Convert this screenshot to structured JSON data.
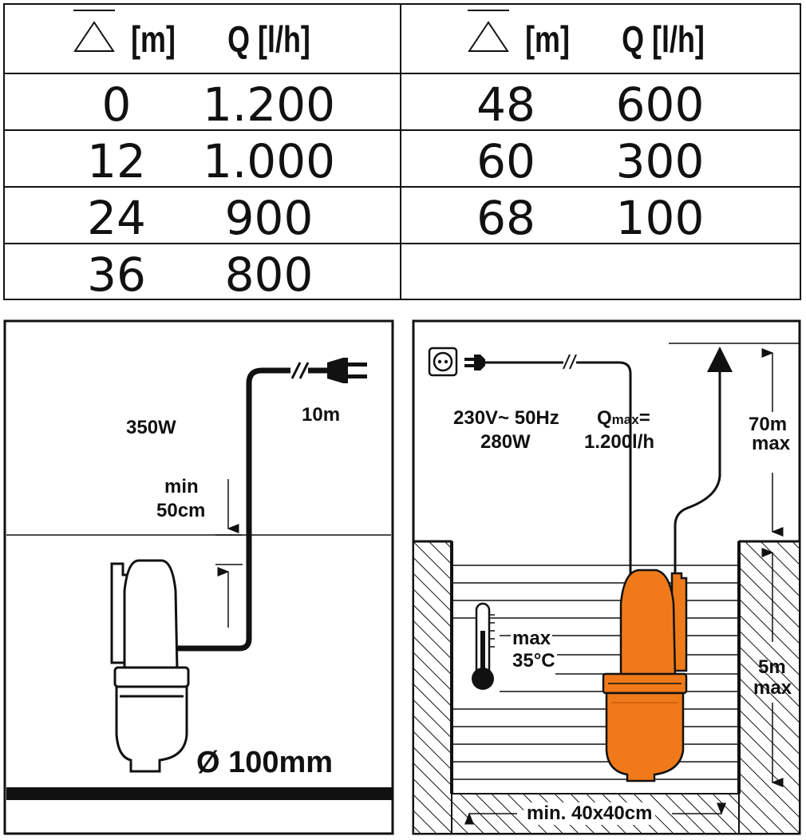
{
  "table": {
    "header_left": {
      "head_unit": "[m]",
      "flow_label": "Q [l/h]"
    },
    "header_right": {
      "head_unit": "[m]",
      "flow_label": "Q [l/h]"
    },
    "left_rows": [
      {
        "head": "0",
        "flow": "1.200"
      },
      {
        "head": "12",
        "flow": "1.000"
      },
      {
        "head": "24",
        "flow": "900"
      },
      {
        "head": "36",
        "flow": "800"
      }
    ],
    "right_rows": [
      {
        "head": "48",
        "flow": "600"
      },
      {
        "head": "60",
        "flow": "300"
      },
      {
        "head": "68",
        "flow": "100"
      }
    ]
  },
  "left_diagram": {
    "power": "350W",
    "cable_length": "10m",
    "min_depth_line1": "min",
    "min_depth_line2": "50cm",
    "diameter": "Ø 100mm"
  },
  "right_diagram": {
    "voltage": "230V~ 50Hz",
    "power": "280W",
    "qmax_prefix": "Q",
    "qmax_sub": "max",
    "qmax_eq": "=",
    "qmax_value": "1.200l/h",
    "head_max_value": "70m",
    "head_max_word": "max",
    "depth_max_value": "5m",
    "depth_max_word": "max",
    "temp_line1": "max",
    "temp_line2": "35°C",
    "well_size": "min. 40x40cm"
  },
  "colors": {
    "pump_orange": "#f07a1a",
    "pump_orange_dark": "#d4600a",
    "line": "#111111",
    "background": "#ffffff"
  }
}
